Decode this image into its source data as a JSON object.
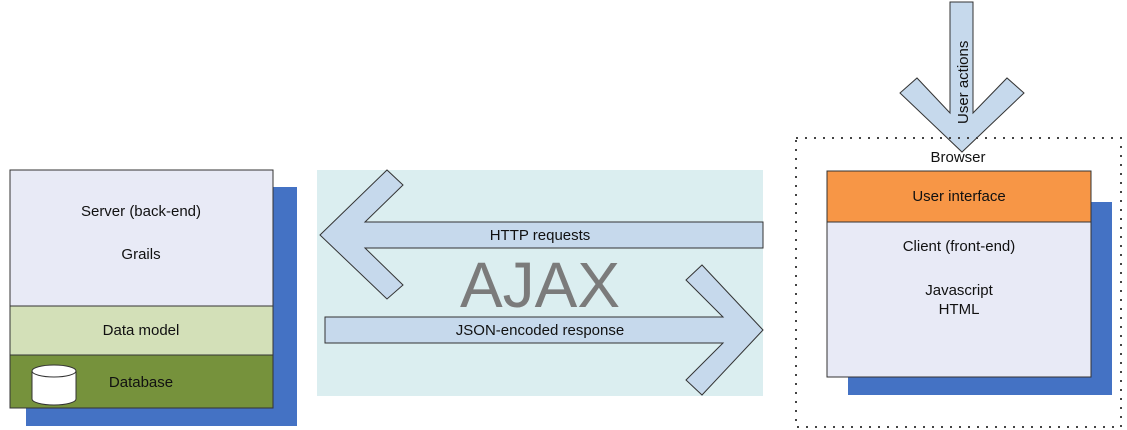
{
  "server": {
    "title": "Server (back-end)",
    "framework": "Grails",
    "data_model": "Data model",
    "database": "Database"
  },
  "ajax": {
    "label": "AJAX",
    "request_label": "HTTP requests",
    "response_label": "JSON-encoded response"
  },
  "browser": {
    "label": "Browser",
    "ui_label": "User interface",
    "client_title": "Client (front-end)",
    "tech_line1": "Javascript",
    "tech_line2": "HTML"
  },
  "user_actions": "User actions",
  "colors": {
    "shadow": "#4472c4",
    "server_fill": "#e8eaf6",
    "data_model_fill": "#d3e0b8",
    "database_fill": "#76923c",
    "ajax_bg": "#dbeef0",
    "arrow_fill": "#c6d9ec",
    "ui_fill": "#f79646"
  }
}
